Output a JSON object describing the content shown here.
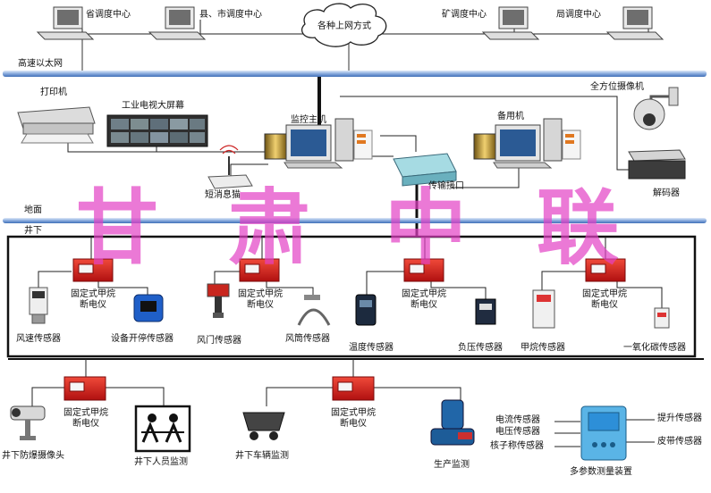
{
  "colors": {
    "line_blue": "#5a87c8",
    "breaker_red": "#d8221c",
    "watermark": "#e040c4",
    "hub_blue": "#2d8fd8"
  },
  "network": {
    "cloud_label": "各种上网方式",
    "ethernet_label": "高速以太网"
  },
  "centers": {
    "province": "省调度中心",
    "county_city": "县、市调度中心",
    "mine": "矿调度中心",
    "bureau": "局调度中心"
  },
  "surface": {
    "printer": "打印机",
    "tv_wall": "工业电视大屏幕",
    "sms_cat": "短消息猫",
    "monitor_host": "监控主机",
    "backup_host": "备用机",
    "ptz_camera": "全方位摄像机",
    "decoder": "解码器",
    "transmission": "传输接口",
    "ground": "地面",
    "underground": "井下"
  },
  "watermark": {
    "chars": [
      "甘",
      "肃",
      "中",
      "联"
    ]
  },
  "breaker": {
    "line1": "固定式甲烷",
    "line2": "断电仪"
  },
  "sensors": {
    "wind_speed": "风速传感器",
    "equipment_switch": "设备开停传感器",
    "air_door": "风门传感器",
    "air_duct": "风筒传感器",
    "temperature": "温度传感器",
    "negative_pressure": "负压传感器",
    "methane": "甲烷传感器",
    "co": "一氧化碳传感器"
  },
  "bottom": {
    "explosion_camera": "井下防爆摄像头",
    "personnel": "井下人员监测",
    "vehicle": "井下车辆监测",
    "production": "生产监测",
    "current_sensor": "电流传感器",
    "voltage_sensor": "电压传感器",
    "nuclear_scale": "核子称传感器",
    "multi_device": "多参数测量装置",
    "hoist_sensor": "提升传感器",
    "belt_sensor": "皮带传感器"
  }
}
